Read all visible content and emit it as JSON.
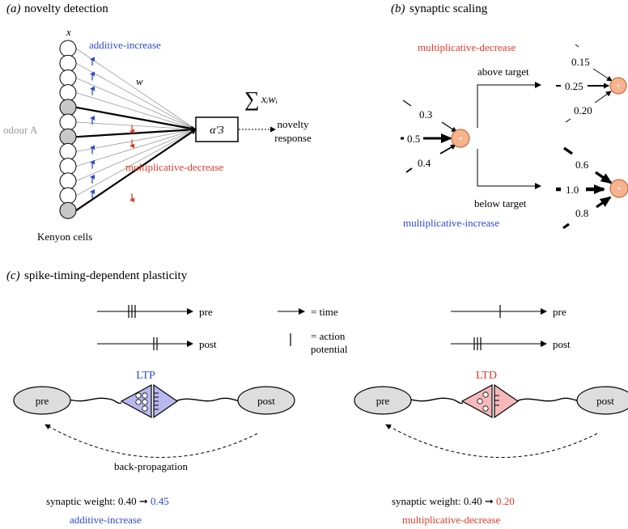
{
  "colors": {
    "blue": "#2b4bd6",
    "red": "#e03a2a",
    "grey_text": "#9a9a9a",
    "cell_grey": "#c8c8c8",
    "neuron_fill": "#f6b48e",
    "neuron_stroke": "#c86a3a",
    "ltp_fill": "#b9b9f0",
    "ltd_fill": "#f6b9b9",
    "node_fill": "#dddddd"
  },
  "panel_a": {
    "label": "(a)",
    "title": "novelty detection",
    "x_label": "x",
    "w_label": "w",
    "odour": "odour A",
    "additive": "additive-increase",
    "multiplicative": "multiplicative-decrease",
    "box": "α′3",
    "sum_symbol": "∑",
    "sum_terms": "xᵢwᵢ",
    "response_line1": "novelty",
    "response_line2": "response",
    "kenyon": "Kenyon cells"
  },
  "panel_b": {
    "label": "(b)",
    "title": "synaptic scaling",
    "multiplicative": "multiplicative-decrease",
    "above": "above target",
    "below": "below target",
    "additive": "multiplicative-increase",
    "init_weights": [
      "0.3",
      "0.5",
      "0.4"
    ],
    "above_weights": [
      "0.15",
      "0.25",
      "0.20"
    ],
    "below_weights": [
      "0.6",
      "1.0",
      "0.8"
    ]
  },
  "panel_c": {
    "label": "(c)",
    "title": "spike-timing-dependent plasticity",
    "pre": "pre",
    "post": "post",
    "legend_time": "= time",
    "legend_ap_1": "= action",
    "legend_ap_2": "potential",
    "ltp": "LTP",
    "ltd": "LTD",
    "backprop": "back-propagation",
    "ltp_weight_prefix": "synaptic weight: 0.40 ➞",
    "ltp_weight_value": "0.45",
    "ltp_rule": "additive-increase",
    "ltd_weight_prefix": "synaptic weight: 0.40 ➞",
    "ltd_weight_value": "0.20",
    "ltd_rule": "multiplicative-decrease"
  }
}
